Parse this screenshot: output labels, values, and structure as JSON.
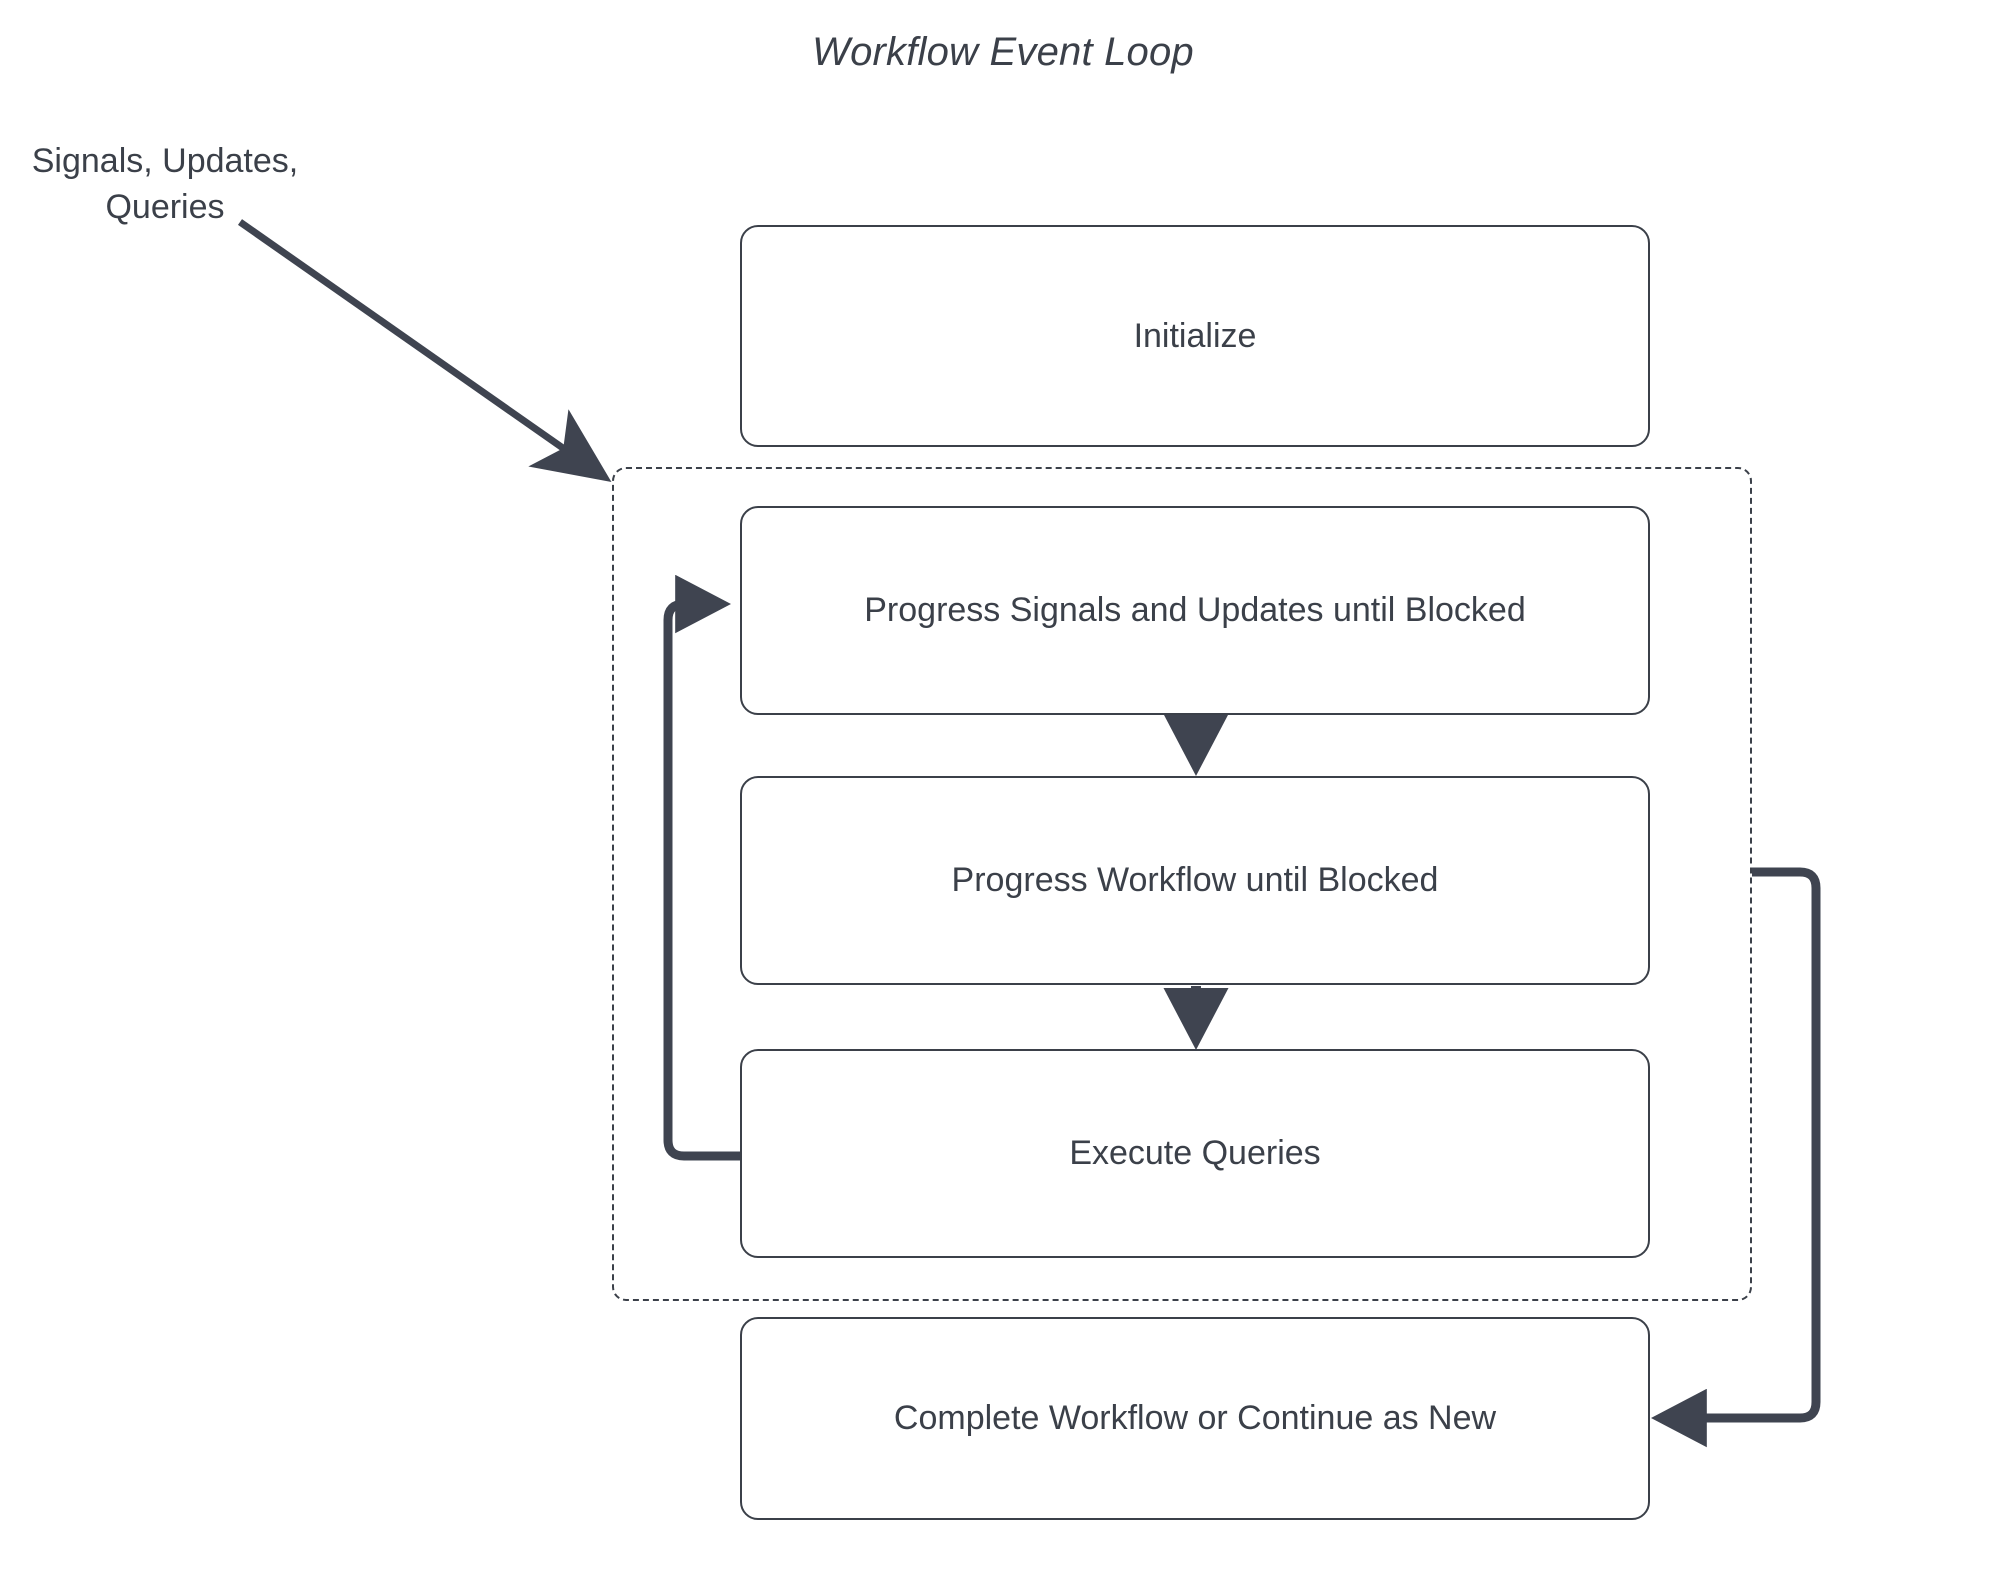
{
  "diagram": {
    "title": "Workflow Event Loop",
    "external_label": "Signals, Updates, Queries",
    "external_label_line1": "Signals, Updates,",
    "external_label_line2": "Queries",
    "colors": {
      "stroke": "#3b4049",
      "node_fill": "#ffffff",
      "text": "#3b4049",
      "background": "#ffffff",
      "connector": "#3f4450"
    },
    "nodes": [
      {
        "id": "initialize",
        "label": "Initialize"
      },
      {
        "id": "progress-signals",
        "label": "Progress Signals and Updates until Blocked"
      },
      {
        "id": "progress-workflow",
        "label": "Progress Workflow until Blocked"
      },
      {
        "id": "execute-queries",
        "label": "Execute Queries"
      },
      {
        "id": "complete-workflow",
        "label": "Complete Workflow or Continue as New"
      }
    ],
    "group": {
      "id": "event-loop-group",
      "style": "dashed",
      "label": ""
    },
    "edges": [
      {
        "id": "signals-to-loop",
        "from": "external_label",
        "to": "event-loop-group",
        "style": "diagonal-arrow"
      },
      {
        "id": "signals-to-workflow",
        "from": "progress-signals",
        "to": "progress-workflow",
        "style": "vertical-arrow"
      },
      {
        "id": "workflow-to-queries",
        "from": "progress-workflow",
        "to": "execute-queries",
        "style": "vertical-arrow"
      },
      {
        "id": "queries-loop-back",
        "from": "execute-queries",
        "to": "progress-signals",
        "style": "thick-loop-left"
      },
      {
        "id": "loop-to-complete",
        "from": "event-loop-group",
        "to": "complete-workflow",
        "style": "thick-loop-right"
      }
    ]
  }
}
